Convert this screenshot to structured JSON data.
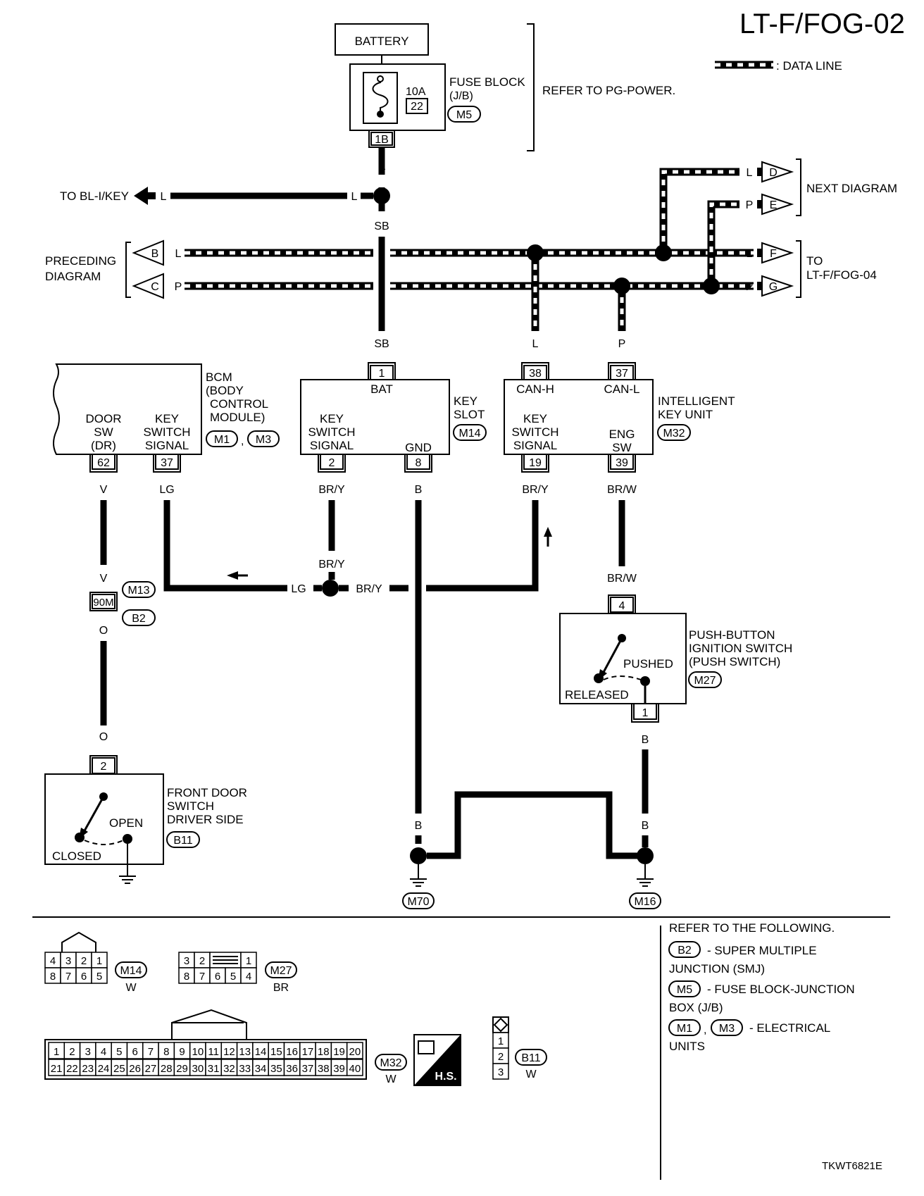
{
  "page": {
    "title": "LT-F/FOG-02",
    "code": "TKWT6821E",
    "legend_data_line": ": DATA LINE"
  },
  "power": {
    "battery": "BATTERY",
    "fuse_amp": "10A",
    "fuse_num": "22",
    "fuse_block": "FUSE BLOCK",
    "fuse_block_sub": "(J/B)",
    "fuse_conn": "M5",
    "refer": "REFER TO PG-POWER.",
    "fuse_terminal": "1B"
  },
  "offpage": {
    "to_bl": "TO BL-I/KEY",
    "preceding_1": "PRECEDING",
    "preceding_2": "DIAGRAM",
    "next": "NEXT DIAGRAM",
    "to_1": "TO",
    "to_2": "LT-F/FOG-04",
    "B": "B",
    "C": "C",
    "D": "D",
    "E": "E",
    "F": "F",
    "G": "G"
  },
  "wires": {
    "L": "L",
    "P": "P",
    "SB": "SB",
    "V": "V",
    "LG": "LG",
    "BRY": "BR/Y",
    "B": "B",
    "BRW": "BR/W",
    "O": "O"
  },
  "bcm": {
    "l1": "BCM",
    "l2": "(BODY",
    "l3": "CONTROL",
    "l4": "MODULE)",
    "conn1": "M1",
    "comma": ",",
    "conn2": "M3",
    "door_1": "DOOR",
    "door_2": "SW",
    "door_3": "(DR)",
    "key_1": "KEY",
    "key_2": "SWITCH",
    "key_3": "SIGNAL",
    "pin_door": "62",
    "pin_key": "37"
  },
  "key_slot": {
    "l1": "KEY",
    "l2": "SLOT",
    "conn": "M14",
    "bat": "BAT",
    "pin_bat": "1",
    "ks_1": "KEY",
    "ks_2": "SWITCH",
    "ks_3": "SIGNAL",
    "gnd": "GND",
    "pin_ks": "2",
    "pin_gnd": "8"
  },
  "ikey": {
    "l1": "INTELLIGENT",
    "l2": "KEY UNIT",
    "conn": "M32",
    "canh": "CAN-H",
    "canl": "CAN-L",
    "pin_canh": "38",
    "pin_canl": "37",
    "ks_1": "KEY",
    "ks_2": "SWITCH",
    "ks_3": "SIGNAL",
    "eng_1": "ENG",
    "eng_2": "SW",
    "pin_ks": "19",
    "pin_eng": "39"
  },
  "junction": {
    "pin": "90M",
    "conn1": "M13",
    "conn2": "B2"
  },
  "push": {
    "l1": "PUSH-BUTTON",
    "l2": "IGNITION SWITCH",
    "l3": "(PUSH SWITCH)",
    "conn": "M27",
    "pushed": "PUSHED",
    "released": "RELEASED",
    "pin_in": "4",
    "pin_out": "1"
  },
  "door_switch": {
    "l1": "FRONT DOOR",
    "l2": "SWITCH",
    "l3": "DRIVER SIDE",
    "conn": "B11",
    "open": "OPEN",
    "closed": "CLOSED",
    "pin": "2"
  },
  "grounds": {
    "g1": "M70",
    "g2": "M16"
  },
  "connectors": {
    "m14": "M14",
    "m14_color": "W",
    "m27": "M27",
    "m27_color": "BR",
    "m32": "M32",
    "m32_color": "W",
    "b11": "B11",
    "b11_color": "W",
    "hs": "H.S.",
    "m14_top": [
      "4",
      "3",
      "2",
      "1"
    ],
    "m14_bot": [
      "8",
      "7",
      "6",
      "5"
    ],
    "m27_top": [
      "3",
      "2",
      "1"
    ],
    "m27_bot": [
      "8",
      "7",
      "6",
      "5",
      "4"
    ],
    "m32_top": [
      "1",
      "2",
      "3",
      "4",
      "5",
      "6",
      "7",
      "8",
      "9",
      "10",
      "11",
      "12",
      "13",
      "14",
      "15",
      "16",
      "17",
      "18",
      "19",
      "20"
    ],
    "m32_bot": [
      "21",
      "22",
      "23",
      "24",
      "25",
      "26",
      "27",
      "28",
      "29",
      "30",
      "31",
      "32",
      "33",
      "34",
      "35",
      "36",
      "37",
      "38",
      "39",
      "40"
    ],
    "b11_pins": [
      "1",
      "2",
      "3"
    ]
  },
  "refer_panel": {
    "header": "REFER TO THE FOLLOWING.",
    "b2": "B2",
    "b2_t1": "- SUPER MULTIPLE",
    "b2_t2": "JUNCTION (SMJ)",
    "m5": "M5",
    "m5_t1": "- FUSE BLOCK-JUNCTION",
    "m5_t2": "BOX (J/B)",
    "m1": "M1",
    "comma": ",",
    "m3": "M3",
    "m_t1": "- ELECTRICAL",
    "m_t2": "UNITS"
  }
}
